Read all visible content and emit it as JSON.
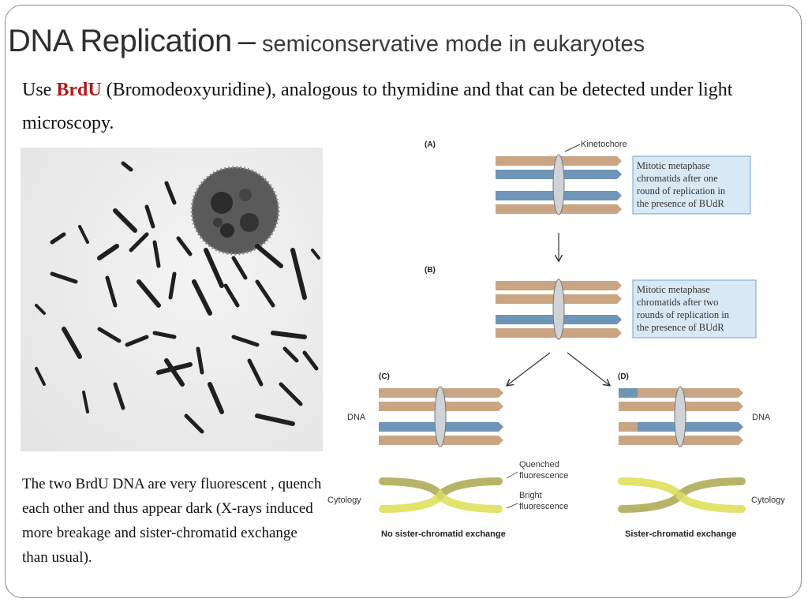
{
  "slide": {
    "title_main": "DNA Replication",
    "title_dash": "–",
    "title_sub": "semiconservative mode in eukaryotes",
    "intro_prefix": "Use",
    "intro_highlight": "BrdU",
    "intro_rest": "(Bromodeoxyuridine), analogous to thymidine and that can be detected under light microscopy.",
    "caption": "The two BrdU DNA are very fluorescent , quench each other and thus appear dark (X-rays induced more breakage and sister-chromatid exchange than usual)."
  },
  "diagram": {
    "panel_a": "(A)",
    "panel_b": "(B)",
    "panel_c": "(C)",
    "panel_d": "(D)",
    "kinetochore": "Kinetochore",
    "note_a": [
      "Mitotic metaphase",
      "chromatids after one",
      "round of replication in",
      "the presence of BUdR"
    ],
    "note_b": [
      "Mitotic metaphase",
      "chromatids after two",
      "rounds of replication in",
      "the presence of BUdR"
    ],
    "dna_left": "DNA",
    "dna_right": "DNA",
    "cytology_left": "Cytology",
    "cytology_right": "Cytology",
    "quenched_1": "Quenched",
    "quenched_2": "fluorescence",
    "bright_1": "Bright",
    "bright_2": "fluorescence",
    "caption_c": "No sister-chromatid exchange",
    "caption_d": "Sister-chromatid exchange"
  },
  "colors": {
    "tan_strand": "#c9a584",
    "blue_strand": "#6f95b8",
    "kinetochore": "#cfd2d6",
    "note_fill": "#d9e8f5",
    "note_border": "#6fa3cc",
    "bright_chromatid": "#e2e36a",
    "quenched_chromatid": "#b7b46a",
    "brdu_highlight": "#b01a1a"
  }
}
